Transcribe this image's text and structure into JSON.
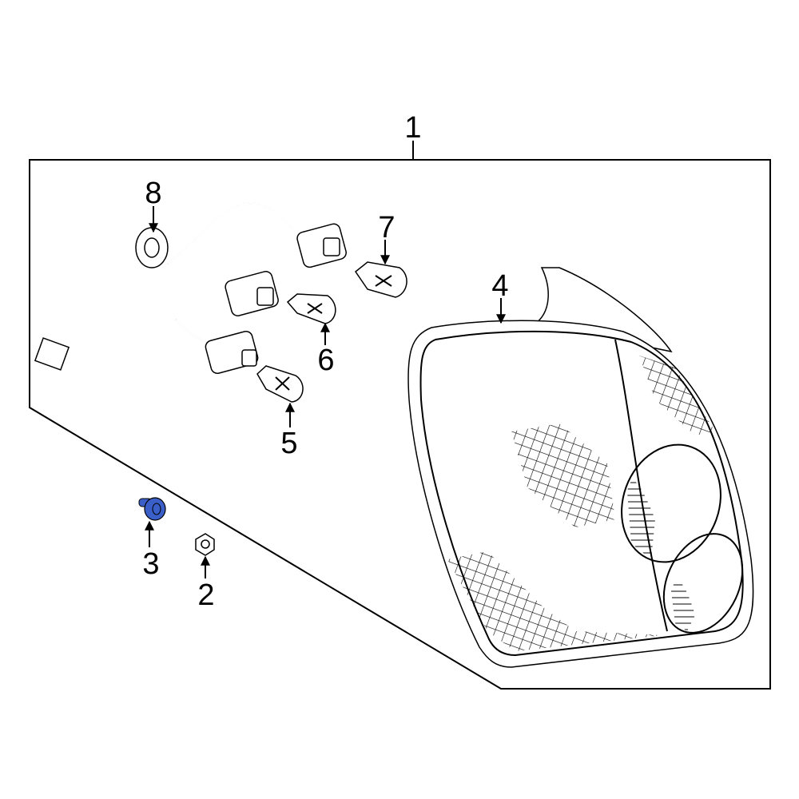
{
  "diagram": {
    "callouts": [
      {
        "number": "1",
        "part": "lamp-assembly"
      },
      {
        "number": "2",
        "part": "nut"
      },
      {
        "number": "3",
        "part": "bolt"
      },
      {
        "number": "4",
        "part": "lens-housing"
      },
      {
        "number": "5",
        "part": "bulb"
      },
      {
        "number": "6",
        "part": "bulb"
      },
      {
        "number": "7",
        "part": "bulb"
      },
      {
        "number": "8",
        "part": "wiring-harness"
      }
    ],
    "colors": {
      "highlight": "#3a5fc8",
      "line": "#000000",
      "background": "#ffffff"
    }
  }
}
